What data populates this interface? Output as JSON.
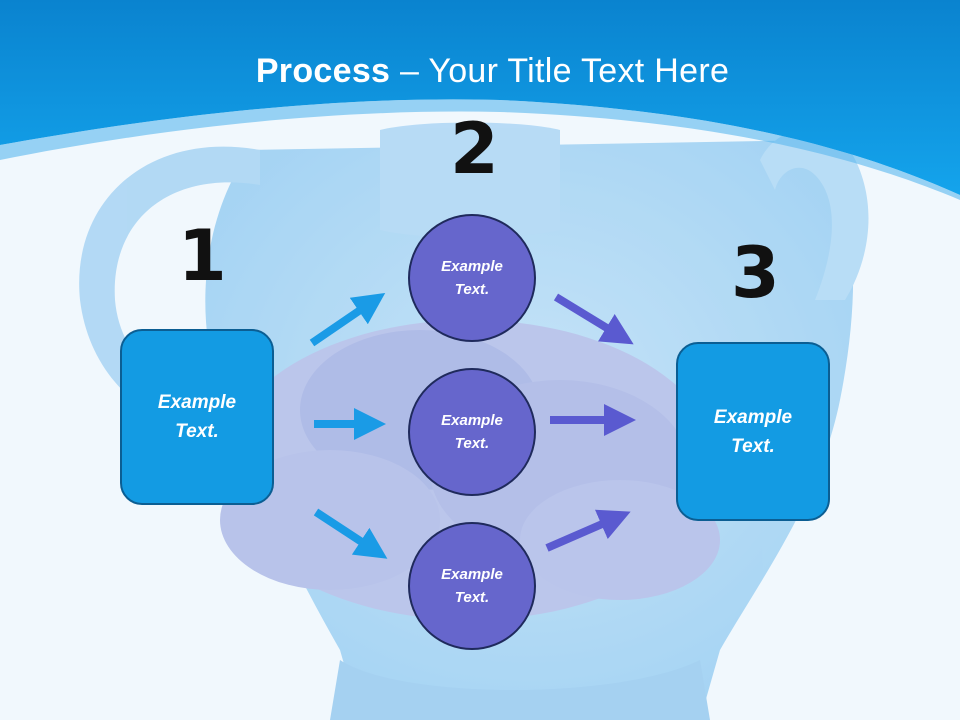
{
  "title": {
    "bold": "Process",
    "rest": " – Your Title Text Here"
  },
  "steps": [
    {
      "number": "1",
      "text": "Example Text."
    },
    {
      "number": "2",
      "text": "Example Text."
    },
    {
      "number": "3",
      "text": "Example Text."
    }
  ],
  "middle_circles": [
    {
      "text": "Example Text."
    },
    {
      "text": "Example Text."
    },
    {
      "text": "Example Text."
    }
  ],
  "colors": {
    "header_blue": "#0e96dc",
    "box_fill": "#139be3",
    "circle_fill": "#6666cc",
    "arrow_left": "#1a9be6",
    "arrow_right": "#5a5ad0"
  }
}
